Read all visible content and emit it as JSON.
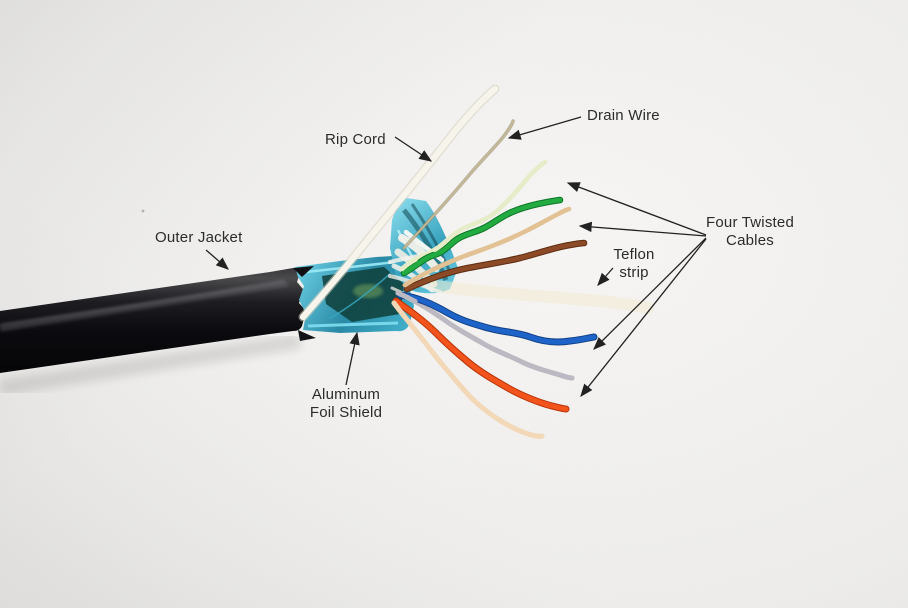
{
  "labels": {
    "outer_jacket": "Outer Jacket",
    "rip_cord": "Rip Cord",
    "drain_wire": "Drain Wire",
    "four_twisted_line1": "Four Twisted",
    "four_twisted_line2": "Cables",
    "teflon_line1": "Teflon",
    "teflon_line2": "strip",
    "aluminum_line1": "Aluminum",
    "aluminum_line2": "Foil Shield"
  },
  "colors": {
    "background": "#f3f2f0",
    "label_text": "#2b2b2b",
    "arrow": "#222222",
    "jacket_dark": "#050507",
    "jacket_highlight": "#4a4a4c",
    "foil_light": "#8fe0ef",
    "foil_mid": "#2a8aa6",
    "foil_dark": "#0d3a34",
    "rip_cord": "#f7f4ec",
    "drain_wire": "#c3b794",
    "wire_green": "#22ab40",
    "wire_green_dark": "#0c7526",
    "wire_green_white": "#e6ecc8",
    "wire_brown": "#8c4a26",
    "wire_brown_dark": "#5d2c12",
    "wire_brown_white": "#e2c294",
    "wire_blue": "#1e64c8",
    "wire_blue_dark": "#123f85",
    "wire_blue_white": "#bdb9c2",
    "wire_orange": "#f2541c",
    "wire_orange_dark": "#b93408",
    "wire_orange_white": "#f3d8b8",
    "teflon_strip": "#f2e9d2",
    "fluff_white": "#f3f1e9"
  }
}
